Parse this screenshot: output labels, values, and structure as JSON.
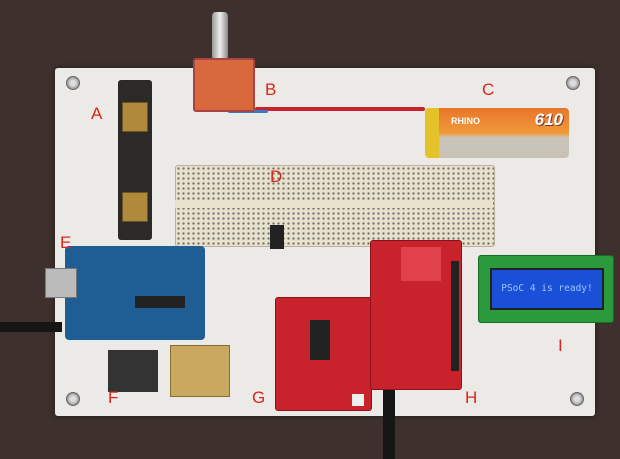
{
  "labels": {
    "a": "A",
    "b": "B",
    "c": "C",
    "d": "D",
    "e": "E",
    "f": "F",
    "g": "G",
    "h": "H",
    "i": "I"
  },
  "battery": {
    "brand": "RHINO",
    "capacity": "610"
  },
  "lcd": {
    "text": "PSoC 4 is ready!"
  },
  "colors": {
    "label": "#d9261c",
    "board": "#eceae6",
    "lcd_backlight": "#1a4fd8",
    "pcb_red": "#c8232c",
    "pcb_blue": "#1f5e94"
  }
}
